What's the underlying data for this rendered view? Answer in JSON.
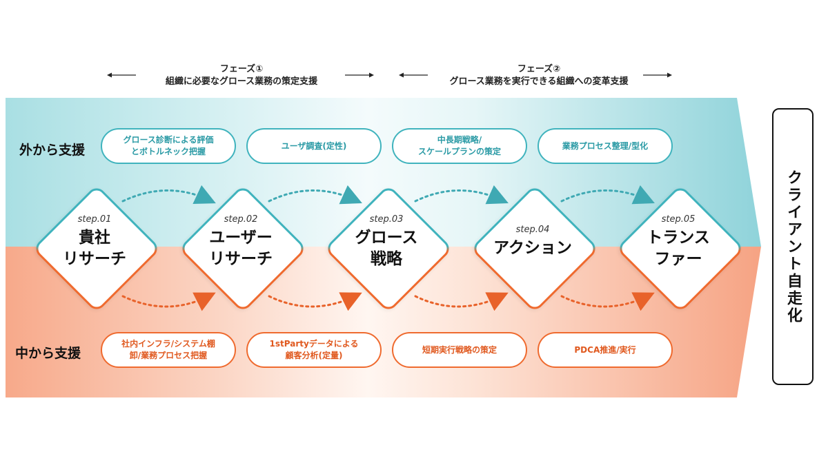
{
  "phases": [
    {
      "title": "フェーズ①",
      "subtitle": "組織に必要なグロース業務の策定支援"
    },
    {
      "title": "フェーズ②",
      "subtitle": "グロース業務を実行できる組織への変革支援"
    }
  ],
  "bands": {
    "top_label": "外から支援",
    "bottom_label": "中から支援"
  },
  "top_pills": [
    "グロース診断による評価\nとボトルネック把握",
    "ユーザ調査(定性)",
    "中長期戦略/\nスケールプランの策定",
    "業務プロセス整理/型化"
  ],
  "bottom_pills": [
    "社内インフラ/システム棚\n卸/業務プロセス把握",
    "1stPartyデータによる\n顧客分析(定量)",
    "短期実行戦略の策定",
    "PDCA推進/実行"
  ],
  "steps": [
    {
      "num": "step.01",
      "title": "貴社\nリサーチ"
    },
    {
      "num": "step.02",
      "title": "ユーザー\nリサーチ"
    },
    {
      "num": "step.03",
      "title": "グロース\n戦略"
    },
    {
      "num": "step.04",
      "title": "アクション"
    },
    {
      "num": "step.05",
      "title": "トランス\nファー"
    }
  ],
  "final": {
    "label": "クライアント自走化"
  },
  "colors": {
    "teal": "#3fb3bd",
    "orange": "#ef6a2e"
  }
}
